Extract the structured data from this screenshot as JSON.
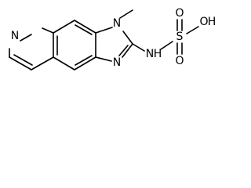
{
  "molecule": {
    "atoms": {
      "pyridine_n": "N",
      "imidazole_n_methyl": "N",
      "imidazole_n_ring": "N",
      "amine_n": "N",
      "amine_h": "H",
      "sulfur": "S",
      "oxygen_top": "O",
      "oxygen_bottom": "O",
      "hydroxyl_o": "O",
      "hydroxyl_h": "H"
    }
  }
}
